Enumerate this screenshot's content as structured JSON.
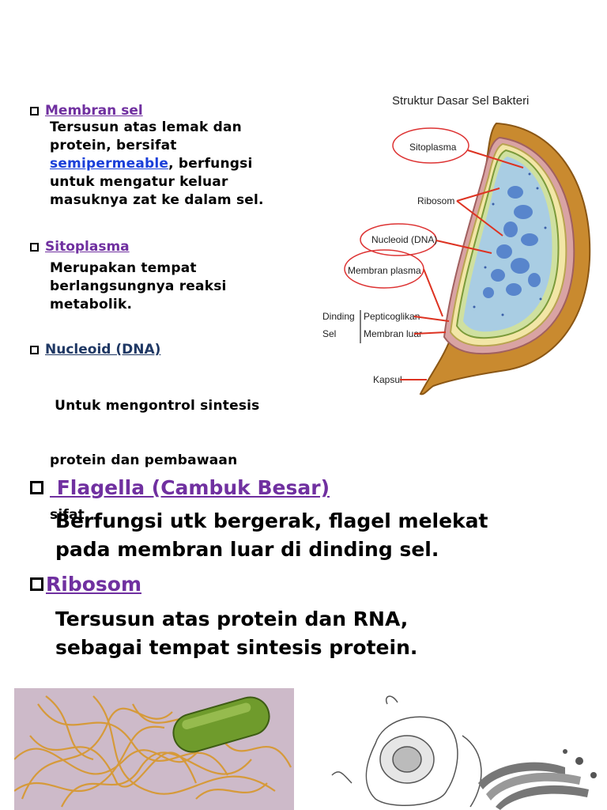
{
  "membran_sel": {
    "heading": "Membran sel",
    "lines": [
      "Tersusun atas lemak dan",
      "protein, bersifat"
    ],
    "link": "semipermeable",
    "link_suffix": ", berfungsi",
    "lines2": [
      "untuk mengatur keluar",
      "masuknya zat ke dalam sel."
    ]
  },
  "sitoplasma": {
    "heading": "Sitoplasma",
    "lines": [
      "Merupakan tempat",
      "berlangsungnya reaksi",
      "metabolik."
    ]
  },
  "nucleoid": {
    "heading": "Nucleoid (DNA)",
    "lines": [
      " Untuk mengontrol sintesis",
      "protein dan pembawaan",
      "sifat."
    ]
  },
  "flagella": {
    "heading": " Flagella (Cambuk Besar)",
    "lines": [
      "Berfungsi utk bergerak, flagel melekat",
      "pada membran luar di dinding sel."
    ]
  },
  "ribosom": {
    "heading": "Ribosom",
    "lines": [
      "Tersusun atas protein dan RNA,",
      "sebagai tempat sintesis protein."
    ]
  },
  "diagram": {
    "title": "Struktur Dasar Sel Bakteri",
    "labels": {
      "sitoplasma": "Sitoplasma",
      "ribosom": "Ribosom",
      "nucleoid": "Nucleoid (DNA)",
      "membran_plasma": "Membran plasma",
      "dinding": "Dinding",
      "sel": "Sel",
      "pepticoglikan": "Pepticoglikan",
      "membran_luar": "Membran luar",
      "kapsul": "Kapsul"
    }
  }
}
